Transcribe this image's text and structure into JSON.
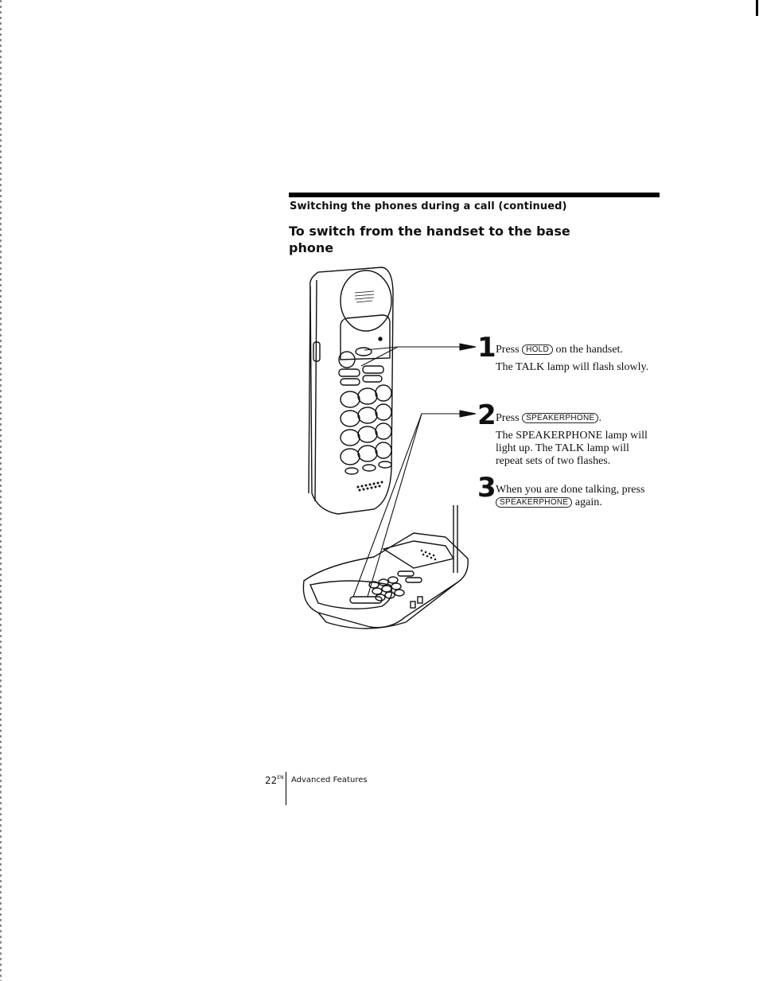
{
  "header": {
    "section_title": "Switching the phones during a call (continued)",
    "page_title": "To switch from the handset to the base phone"
  },
  "steps": [
    {
      "number": "1",
      "pre": "Press",
      "key": "HOLD",
      "post": "on the handset.",
      "detail": "The TALK lamp will flash slowly."
    },
    {
      "number": "2",
      "pre": "Press",
      "key": "SPEAKERPHONE",
      "post": ".",
      "detail": "The SPEAKERPHONE lamp will light up. The TALK lamp will repeat sets of two flashes."
    },
    {
      "number": "3",
      "pre": "When you are done talking, press",
      "key": "SPEAKERPHONE",
      "post": "again.",
      "detail": ""
    }
  ],
  "footer": {
    "page_number": "22",
    "page_suffix": "EN",
    "section_label": "Advanced Features"
  },
  "illustration": {
    "subject": "cordless-handset-and-base-phone"
  }
}
